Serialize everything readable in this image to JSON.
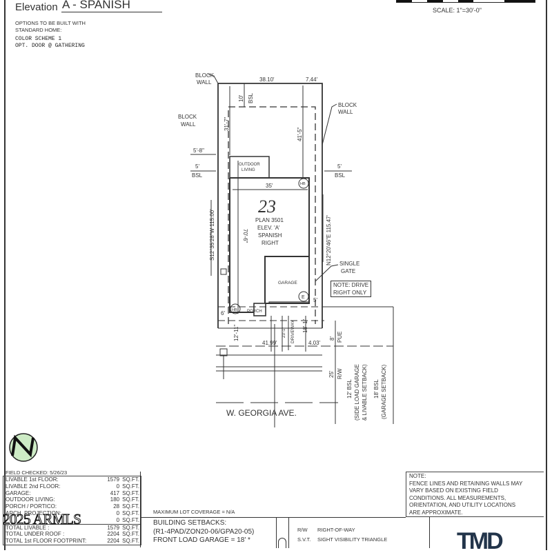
{
  "header": {
    "elevation_label": "Elevation",
    "elevation_value": "A - SPANISH",
    "options_lines": [
      "OPTIONS TO BE BUILT WITH",
      "STANDARD HOME:"
    ],
    "option_items": [
      "COLOR SCHEME 1",
      "OPT. DOOR @ GATHERING"
    ],
    "scale": "SCALE:  1\"=30'-0\""
  },
  "plan": {
    "lot_number": "23",
    "house_info": [
      "PLAN 3501",
      "ELEV. 'A'",
      "SPANISH",
      "RIGHT"
    ],
    "labels": {
      "block_wall_top": [
        "BLOCK",
        "WALL"
      ],
      "block_wall_left": [
        "BLOCK",
        "WALL"
      ],
      "block_wall_right": [
        "BLOCK",
        "WALL"
      ],
      "top_dim": "38.10'",
      "top_right_dim": "7.44'",
      "rear_bsl": "10'",
      "rear_bsl_tag": "BSL",
      "left_depth": "31'-7\"",
      "right_depth": "41'-5\"",
      "side_dim": "5'-8\"",
      "left_bsl": "5'",
      "left_bsl_tag": "BSL",
      "right_bsl": "5'",
      "right_bsl_tag": "BSL",
      "outdoor_living": [
        "OUTDOOR",
        "LIVING"
      ],
      "house_width": "35'",
      "house_depth": "70'-6\"",
      "left_bearing": "S12°35'28\"W 115.00'",
      "right_bearing": "N12°20'46\"E 115.47'",
      "single_gate": [
        "SINGLE",
        "GATE"
      ],
      "garage": "GARAGE",
      "hb": "HB",
      "e": "E",
      "side_yard": "5'",
      "front_left": "6'",
      "porch": "PORCH",
      "front_setback": "12'-11\"",
      "driveway_dim": "23'-1\"",
      "driveway": "DRIVEWAY",
      "garage_setback_dim": "18'-1\"",
      "frontage": "41.99'",
      "frontage_right": "4.03'",
      "pue_dim": "8'",
      "pue": "PUE",
      "rw_dim": "25'",
      "rw": "R/W",
      "bsl12": [
        "12' BSL",
        "(SIDE LOAD GARAGE",
        "& LIVABLE SETBACK)"
      ],
      "bsl18": [
        "18' BSL",
        "(GARAGE SETBACK)"
      ],
      "street": "W. GEORGIA AVE."
    },
    "drive_note": [
      "NOTE: DRIVE",
      "RIGHT ONLY"
    ]
  },
  "footer": {
    "field_checked": "FIELD CHECKED: 5/26/23",
    "areas": [
      {
        "label": "LIVABLE 1st FLOOR:",
        "value": "1579",
        "unit": "SQ.FT."
      },
      {
        "label": "LIVABLE 2nd FLOOR:",
        "value": "0",
        "unit": "SQ.FT."
      },
      {
        "label": "GARAGE:",
        "value": "417",
        "unit": "SQ.FT."
      },
      {
        "label": "OUTDOOR LIVING:",
        "value": "180",
        "unit": "SQ.FT."
      },
      {
        "label": "PORCH / PORTICO:",
        "value": "28",
        "unit": "SQ.FT."
      },
      {
        "label": "ARCH. PROJECTION:",
        "value": "0",
        "unit": "SQ.FT."
      },
      {
        "label": "",
        "value": "0",
        "unit": "SQ.FT."
      }
    ],
    "totals": [
      {
        "label": "TOTAL LIVABLE :",
        "value": "1579",
        "unit": "SQ.FT."
      },
      {
        "label": "TOTAL UNDER ROOF :",
        "value": "2204",
        "unit": "SQ.FT."
      },
      {
        "label": "TOTAL 1st FLOOR FOOTPRINT:",
        "value": "2204",
        "unit": "SQ.FT."
      }
    ],
    "watermark": "2025 ARMLS",
    "max_lot_coverage": "MAXIMUM LOT COVERAGE = N/A",
    "setbacks_title": "BUILDING SETBACKS:",
    "setbacks_zoning": "(R1-4PAD/ZON20-06/GPA20-05)",
    "setbacks_front": "FRONT LOAD GARAGE    = 18' *",
    "note_title": "NOTE:",
    "note_lines": [
      "FENCE LINES AND RETAINING WALLS MAY",
      "VARY BASED ON EXISTING FIELD",
      "CONDITIONS.  ALL MEASUREMENTS,",
      "ORIENTATION, AND UTILITY LOCATIONS",
      "ARE APPROXIMATE."
    ],
    "legend": [
      {
        "abbr": "R/W",
        "desc": "RIGHT-OF-WAY"
      },
      {
        "abbr": "S.V.T.",
        "desc": "SIGHT VISIBILITY TRIANGLE"
      }
    ],
    "logo": "TMD"
  }
}
